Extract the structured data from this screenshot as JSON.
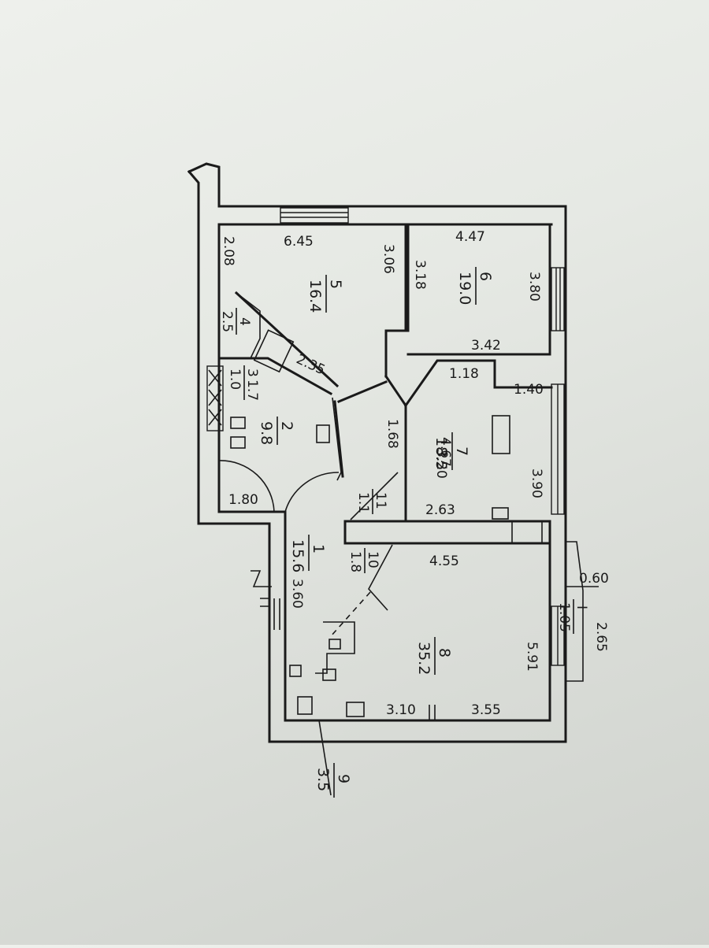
{
  "rooms": [
    {
      "id": "1",
      "number": "1",
      "area": "15.6"
    },
    {
      "id": "2",
      "number": "2",
      "area": "9.8"
    },
    {
      "id": "3",
      "number": "3",
      "area": "1.0"
    },
    {
      "id": "3a",
      "number": "",
      "area": "1.7"
    },
    {
      "id": "4",
      "number": "4",
      "area": "2.5"
    },
    {
      "id": "5",
      "number": "5",
      "area": "16.4"
    },
    {
      "id": "6",
      "number": "6",
      "area": "19.0"
    },
    {
      "id": "7",
      "number": "7",
      "area": "18.5"
    },
    {
      "id": "8",
      "number": "8",
      "area": "35.2"
    },
    {
      "id": "9",
      "number": "9",
      "area": "3.5"
    },
    {
      "id": "10",
      "number": "10",
      "area": "1.8"
    },
    {
      "id": "11",
      "number": "11",
      "area": "1.1"
    },
    {
      "id": "12",
      "number": "I",
      "area": "1.05"
    }
  ],
  "dimensions": {
    "d645": "6.45",
    "d447": "4.47",
    "d208": "2.08",
    "d306": "3.06",
    "d318": "3.18",
    "d380": "3.80",
    "d342": "3.42",
    "d235": "2.35",
    "d118": "1.18",
    "d140": "1.40",
    "d168": "1.68",
    "d467": "4.67",
    "d320": "3.20",
    "d390": "3.90",
    "d180": "1.80",
    "d263": "2.63",
    "d455": "4.55",
    "d360": "3.60",
    "d591": "5.91",
    "d310": "3.10",
    "d355": "3.55",
    "d060": "0.60",
    "d265": "2.65"
  }
}
